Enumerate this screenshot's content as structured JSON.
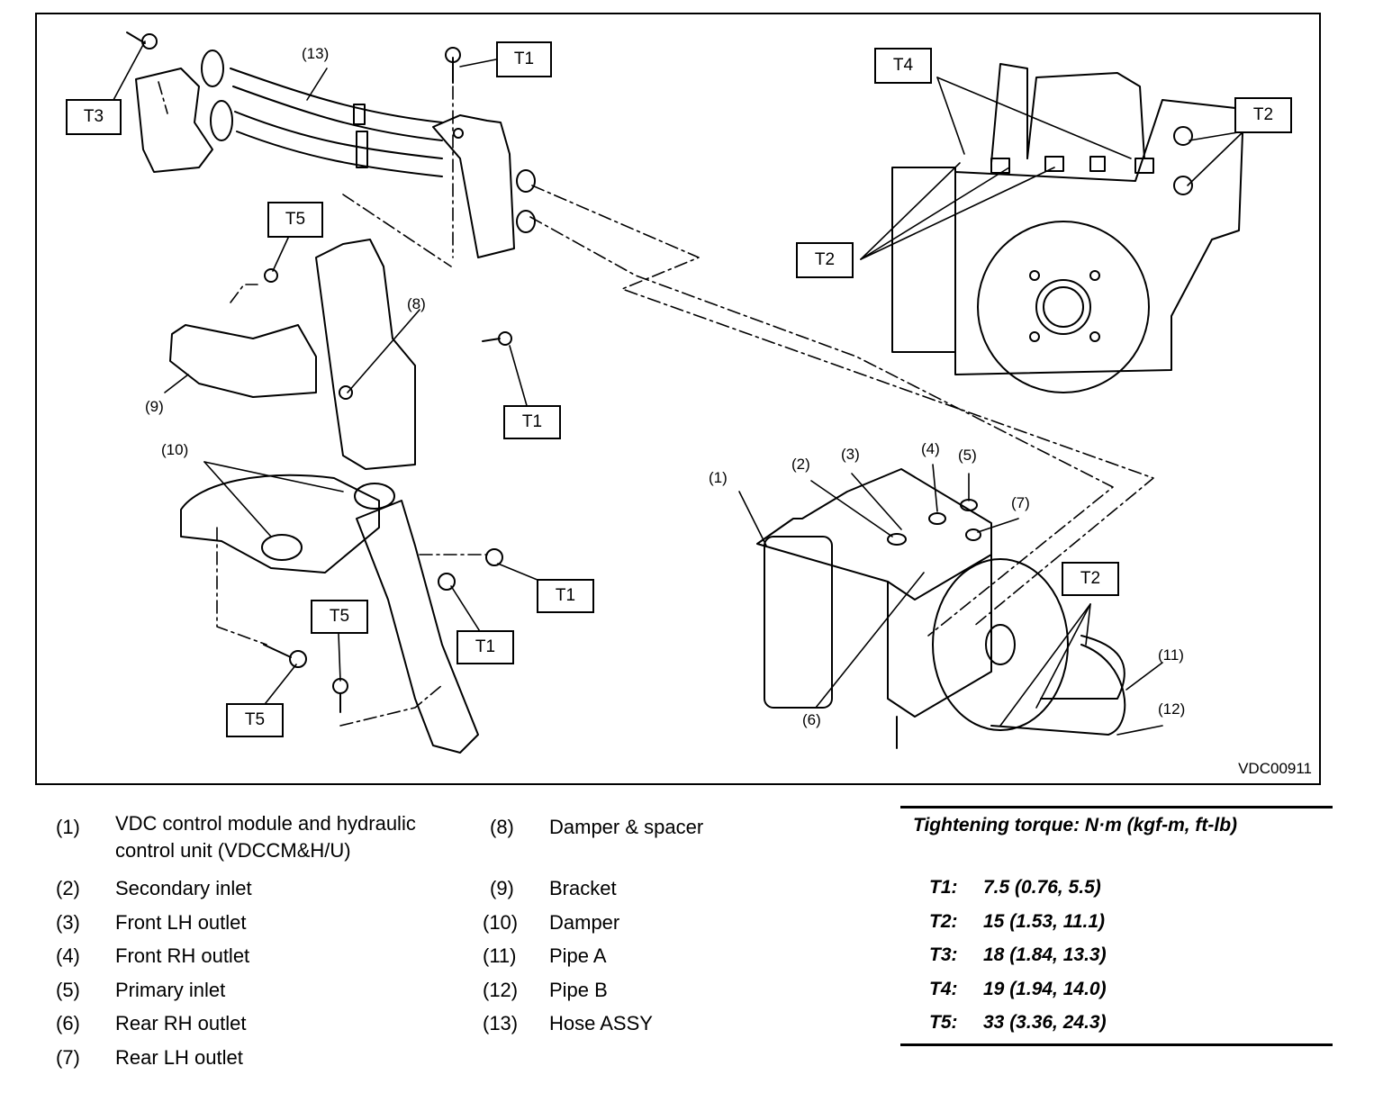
{
  "figure": {
    "id": "VDC00911",
    "callouts": {
      "t3_top_left": "T3",
      "t1_top": "T1",
      "t5_upper": "T5",
      "t1_right_bracket": "T1",
      "t1_nut_right": "T1",
      "t1_nut_lower": "T1",
      "t5_bolt_mid": "T5",
      "t5_bolt_left": "T5",
      "t4_unit": "T4",
      "t2_unit_left": "T2",
      "t2_unit_right": "T2",
      "t2_pipes": "T2"
    },
    "numbers": {
      "n1": "(1)",
      "n2": "(2)",
      "n3": "(3)",
      "n4": "(4)",
      "n5": "(5)",
      "n6": "(6)",
      "n7": "(7)",
      "n8": "(8)",
      "n9": "(9)",
      "n10": "(10)",
      "n11": "(11)",
      "n12": "(12)",
      "n13": "(13)"
    }
  },
  "legend": {
    "column1": [
      {
        "num": "(1)",
        "text": "VDC control module and hydraulic control unit (VDCCM&H/U)"
      },
      {
        "num": "(2)",
        "text": "Secondary inlet"
      },
      {
        "num": "(3)",
        "text": "Front LH outlet"
      },
      {
        "num": "(4)",
        "text": "Front RH outlet"
      },
      {
        "num": "(5)",
        "text": "Primary inlet"
      },
      {
        "num": "(6)",
        "text": "Rear RH outlet"
      },
      {
        "num": "(7)",
        "text": "Rear LH outlet"
      }
    ],
    "column2": [
      {
        "num": "(8)",
        "text": "Damper & spacer"
      },
      {
        "num": "(9)",
        "text": "Bracket"
      },
      {
        "num": "(10)",
        "text": "Damper"
      },
      {
        "num": "(11)",
        "text": "Pipe A"
      },
      {
        "num": "(12)",
        "text": "Pipe B"
      },
      {
        "num": "(13)",
        "text": "Hose ASSY"
      }
    ]
  },
  "torque": {
    "title": "Tightening torque: N·m (kgf-m, ft-lb)",
    "rows": [
      {
        "key": "T1:",
        "value": "7.5 (0.76, 5.5)"
      },
      {
        "key": "T2:",
        "value": "15 (1.53, 11.1)"
      },
      {
        "key": "T3:",
        "value": "18 (1.84, 13.3)"
      },
      {
        "key": "T4:",
        "value": "19 (1.94, 14.0)"
      },
      {
        "key": "T5:",
        "value": "33 (3.36, 24.3)"
      }
    ]
  }
}
